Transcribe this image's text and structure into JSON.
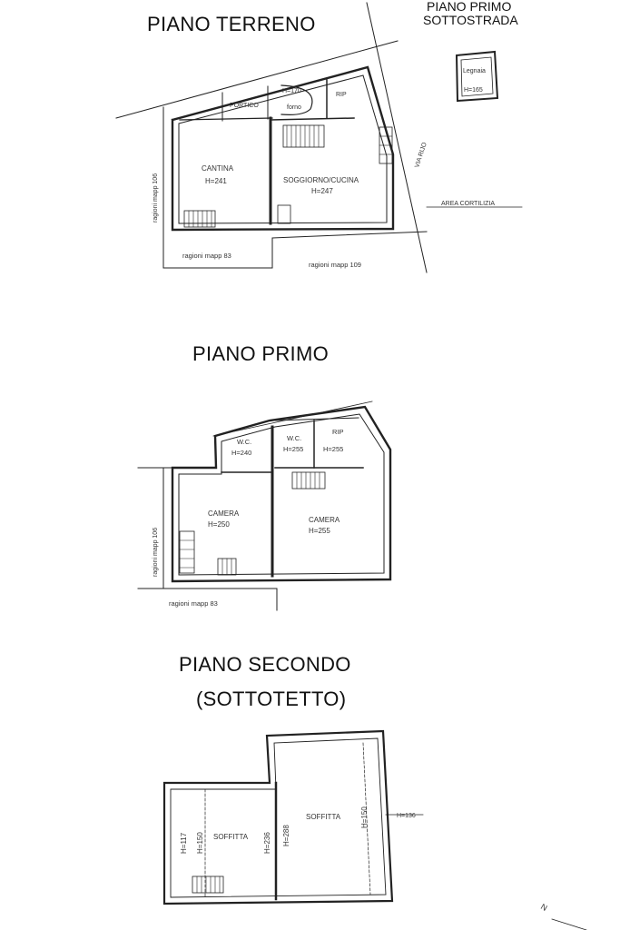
{
  "headings": {
    "ground": "PIANO TERRENO",
    "first_underground_l1": "PIANO PRIMO",
    "first_underground_l2": "SOTTOSTRADA",
    "first": "PIANO PRIMO",
    "second_l1": "PIANO SECONDO",
    "second_l2": "(SOTTOTETTO)"
  },
  "ground_floor": {
    "portico": "PORTICO",
    "forno_h": "H=170",
    "forno": "forno",
    "rip": "RIP",
    "cantina": "CANTINA",
    "cantina_h": "H=241",
    "soggiorno": "SOGGIORNO/CUCINA",
    "soggiorno_h": "H=247",
    "side_left": "ragioni mapp 106",
    "bottom_left": "ragioni mapp 83",
    "bottom_right": "ragioni mapp 109",
    "street": "VIA RIJO",
    "courtyard": "AREA CORTILIZIA"
  },
  "underground": {
    "legnaia": "Legnaia",
    "legnaia_h": "H=165"
  },
  "first_floor": {
    "wc1": "W.C.",
    "wc1_h": "H=240",
    "wc2": "W.C.",
    "wc2_h": "H=255",
    "rip": "RIP",
    "rip_h": "H=255",
    "camera1": "CAMERA",
    "camera1_h": "H=250",
    "camera2": "CAMERA",
    "camera2_h": "H=255",
    "side_left": "ragioni mapp 106",
    "bottom_left": "ragioni mapp 83"
  },
  "second_floor": {
    "h117": "H=117",
    "h150a": "H=150",
    "soffitta1": "SOFFITTA",
    "h236": "H=236",
    "h288": "H=288",
    "soffitta2": "SOFFITTA",
    "h150b": "H=150",
    "h136": "H=136"
  },
  "compass": "N"
}
